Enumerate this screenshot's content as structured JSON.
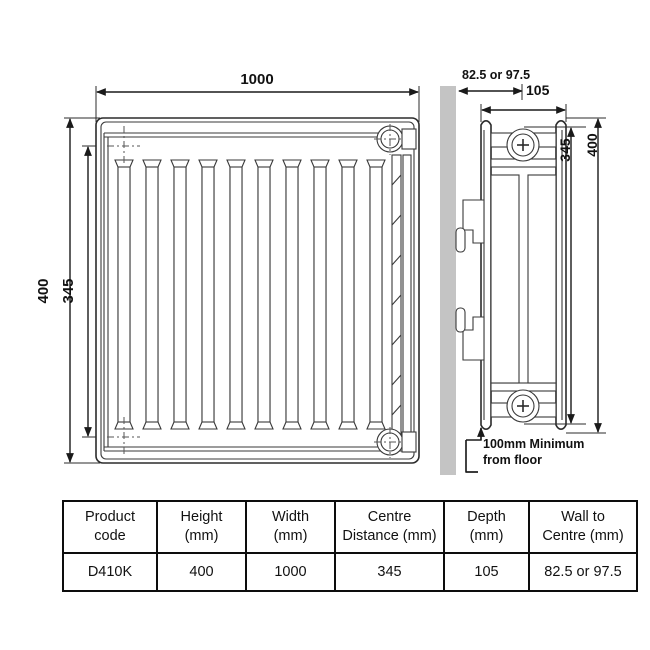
{
  "document": {
    "type": "radiator-dimension-drawing",
    "background_color": "#ffffff",
    "line_color": "#2b2b2b",
    "wall_color": "#c4c4c4"
  },
  "front_view": {
    "name": "front-elevation",
    "width_dimension": "1000",
    "height_dimension": "400",
    "centre_distance_dimension": "345",
    "fin_count": 10
  },
  "side_view": {
    "name": "side-elevation",
    "wall_to_centre_dimension": "82.5 or 97.5",
    "depth_dimension": "105",
    "height_dimension": "400",
    "centre_distance_dimension": "345",
    "floor_note_line1": "100mm Minimum",
    "floor_note_line2": "from floor"
  },
  "table": {
    "name": "specification-table",
    "headers": [
      {
        "line1": "Product",
        "line2": "code"
      },
      {
        "line1": "Height",
        "line2": "(mm)"
      },
      {
        "line1": "Width",
        "line2": "(mm)"
      },
      {
        "line1": "Centre",
        "line2": "Distance (mm)"
      },
      {
        "line1": "Depth",
        "line2": "(mm)"
      },
      {
        "line1": "Wall to",
        "line2": "Centre (mm)"
      }
    ],
    "rows": [
      {
        "product_code": "D410K",
        "height_mm": "400",
        "width_mm": "1000",
        "centre_distance_mm": "345",
        "depth_mm": "105",
        "wall_to_centre_mm": "82.5 or 97.5"
      }
    ]
  }
}
